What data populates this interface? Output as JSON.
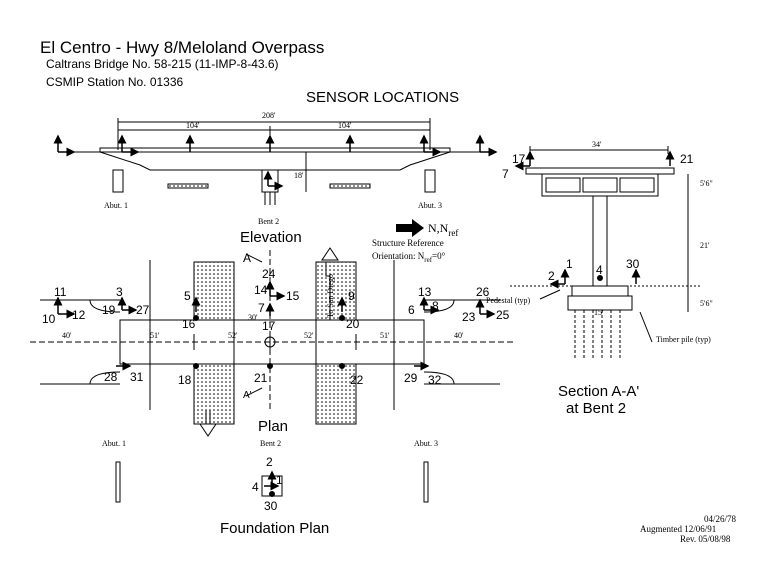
{
  "header": {
    "title": "El Centro - Hwy 8/Meloland Overpass",
    "bridge": "Caltrans Bridge No. 58-215 (11-IMP-8-43.6)",
    "station": "CSMIP Station No. 01336",
    "subtitle": "SENSOR LOCATIONS"
  },
  "elevation": {
    "heading": "Elevation",
    "total_length": "208'",
    "span_left": "104'",
    "span_right": "104'",
    "height": "18'",
    "abut1": "Abut. 1",
    "bent2": "Bent 2",
    "abut3": "Abut. 3"
  },
  "reference": {
    "arrow_label": "N,N",
    "arrow_sub": "ref",
    "line1": "Structure Reference",
    "line2_pre": "Orientation: N",
    "line2_sub": "ref",
    "line2_post": "=0°"
  },
  "section": {
    "heading1": "Section A-A'",
    "heading2": "at Bent 2",
    "width": "34'",
    "dim1": "5'6\"",
    "dim2": "21'",
    "dim3": "5'6\"",
    "footing": "15'",
    "pedestal": "Pedestal (typ)",
    "pile": "Timber pile (typ)",
    "sensors": [
      "17",
      "7",
      "21",
      "2",
      "1",
      "4",
      "30"
    ]
  },
  "plan": {
    "heading": "Plan",
    "marker_a_top": "A",
    "marker_a_bottom": "A'",
    "to_sd": "To San Diego",
    "dims": [
      "40'",
      "51'",
      "52'",
      "52'",
      "51'",
      "40'"
    ],
    "offset": "30'",
    "sensors_left": [
      "11",
      "10",
      "12",
      "3",
      "19",
      "27",
      "28",
      "31"
    ],
    "sensors_mid": [
      "5",
      "16",
      "24",
      "14",
      "15",
      "7",
      "17",
      "9",
      "20",
      "18",
      "21",
      "22"
    ],
    "sensors_right": [
      "13",
      "6",
      "8",
      "26",
      "23",
      "25",
      "29",
      "32"
    ]
  },
  "foundation": {
    "heading": "Foundation Plan",
    "abut1": "Abut. 1",
    "bent2": "Bent 2",
    "abut3": "Abut. 3",
    "sensors": [
      "2",
      "1",
      "4",
      "30"
    ]
  },
  "dates": {
    "d1": "04/26/78",
    "d2": "Augmented 12/06/91",
    "d3": "Rev. 05/08/98"
  }
}
